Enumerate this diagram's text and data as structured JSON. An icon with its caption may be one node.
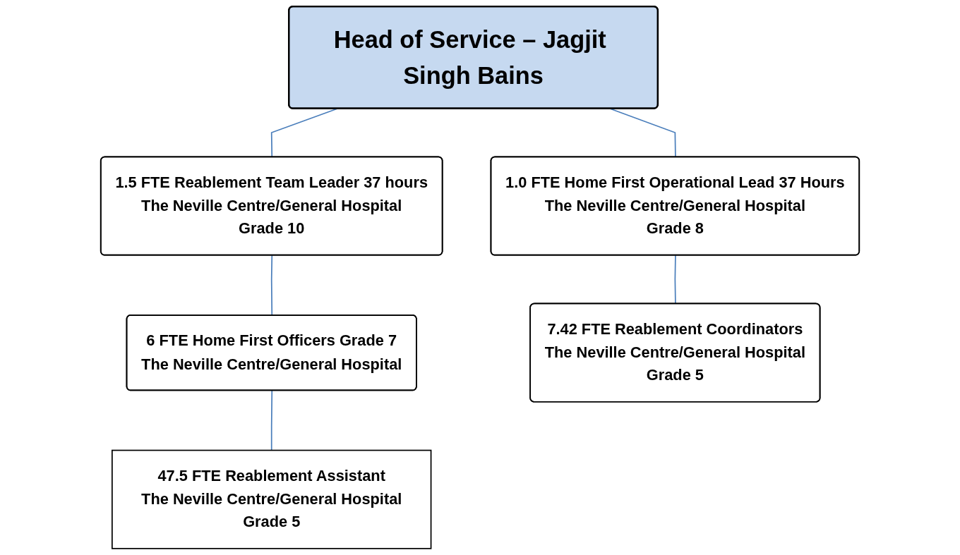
{
  "diagram": {
    "nodes": [
      {
        "text": [
          "Head of Service – Jagjit Singh Bains"
        ]
      },
      {
        "text": [
          "1.0 FTE Home First Operational Lead 37 Hours",
          "The Neville Centre/General Hospital",
          "Grade 8"
        ]
      },
      {
        "text": [
          "1.5 FTE Reablement Team Leader 37 hours",
          "The Neville Centre/General Hospital",
          "Grade 10"
        ]
      },
      {
        "text": [
          "6 FTE Home First Officers Grade 7",
          "The Neville Centre/General Hospital"
        ]
      },
      {
        "text": [
          "7.42 FTE Reablement Coordinators",
          "The Neville Centre/General Hospital",
          "Grade 5"
        ]
      },
      {
        "text": [
          "47.5 FTE Reablement Assistant",
          "The Neville Centre/General Hospital",
          "Grade 5"
        ]
      }
    ],
    "edges": [
      {
        "from": 0,
        "to": 1,
        "arrow": "none"
      },
      {
        "from": 0,
        "to": 2,
        "arrow": "none"
      },
      {
        "from": 1,
        "to": 4,
        "arrow": "none"
      },
      {
        "from": 2,
        "to": 3,
        "arrow": "none"
      },
      {
        "from": 3,
        "to": 5,
        "arrow": "none"
      }
    ]
  }
}
